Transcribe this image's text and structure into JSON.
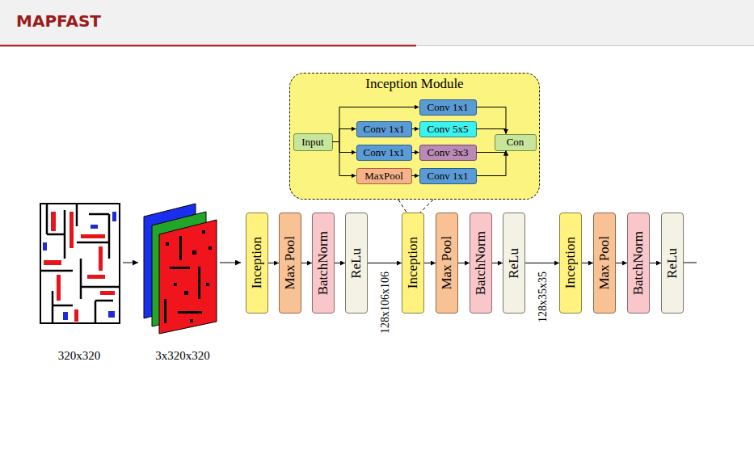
{
  "diagram": {
    "title": "MAPFAST",
    "nodes": [
      {
        "text": [
          "Inception Module"
        ]
      },
      {
        "text": [
          "Input"
        ],
        "in": 0
      },
      {
        "text": [
          "Conv 1x1"
        ],
        "in": 0
      },
      {
        "text": [
          "Conv 1x1"
        ],
        "in": 0
      },
      {
        "text": [
          "Conv 5x5"
        ],
        "in": 0
      },
      {
        "text": [
          "Conv 1x1"
        ],
        "in": 0
      },
      {
        "text": [
          "Conv 3x3"
        ],
        "in": 0
      },
      {
        "text": [
          "MaxPool"
        ],
        "in": 0
      },
      {
        "text": [
          "Conv 1x1"
        ],
        "in": 0
      },
      {
        "text": [
          "Con"
        ],
        "in": 0
      },
      {
        "text": [
          "Inception"
        ]
      },
      {
        "text": [
          "Max Pool"
        ]
      },
      {
        "text": [
          "BatchNorm"
        ]
      },
      {
        "text": [
          "ReLu"
        ]
      },
      {
        "text": [
          "Inception"
        ]
      },
      {
        "text": [
          "Max Pool"
        ]
      },
      {
        "text": [
          "BatchNorm"
        ]
      },
      {
        "text": [
          "ReLu"
        ]
      },
      {
        "text": [
          "Inception"
        ]
      },
      {
        "text": [
          "Max Pool"
        ]
      },
      {
        "text": [
          "BatchNorm"
        ]
      },
      {
        "text": [
          "ReLu"
        ]
      }
    ],
    "edges": [
      {
        "from": 1,
        "to": 2,
        "arrow": "to"
      },
      {
        "from": 1,
        "to": 3,
        "arrow": "to"
      },
      {
        "from": 1,
        "to": 5,
        "arrow": "to"
      },
      {
        "from": 1,
        "to": 7,
        "arrow": "to"
      },
      {
        "from": 3,
        "to": 4,
        "arrow": "to"
      },
      {
        "from": 5,
        "to": 6,
        "arrow": "to"
      },
      {
        "from": 7,
        "to": 8,
        "arrow": "to"
      },
      {
        "from": 2,
        "to": 9,
        "arrow": "to"
      },
      {
        "from": 4,
        "to": 9,
        "arrow": "to"
      },
      {
        "from": 6,
        "to": 9,
        "arrow": "to"
      },
      {
        "from": 8,
        "to": 9,
        "arrow": "to"
      },
      {
        "from": 10,
        "to": 11,
        "arrow": "to"
      },
      {
        "from": 11,
        "to": 12,
        "arrow": "to"
      },
      {
        "from": 12,
        "to": 13,
        "arrow": "to"
      },
      {
        "from": 13,
        "to": 14,
        "label": "128x106x106",
        "arrow": "to"
      },
      {
        "from": 14,
        "to": 15,
        "arrow": "to"
      },
      {
        "from": 15,
        "to": 16,
        "arrow": "to"
      },
      {
        "from": 16,
        "to": 17,
        "arrow": "to"
      },
      {
        "from": 17,
        "to": 18,
        "label": "128x35x35",
        "arrow": "to"
      },
      {
        "from": 18,
        "to": 19,
        "arrow": "to"
      },
      {
        "from": 19,
        "to": 20,
        "arrow": "to"
      },
      {
        "from": 20,
        "to": 21,
        "arrow": "to"
      }
    ],
    "labels": [
      "320x320",
      "3x320x320"
    ]
  }
}
